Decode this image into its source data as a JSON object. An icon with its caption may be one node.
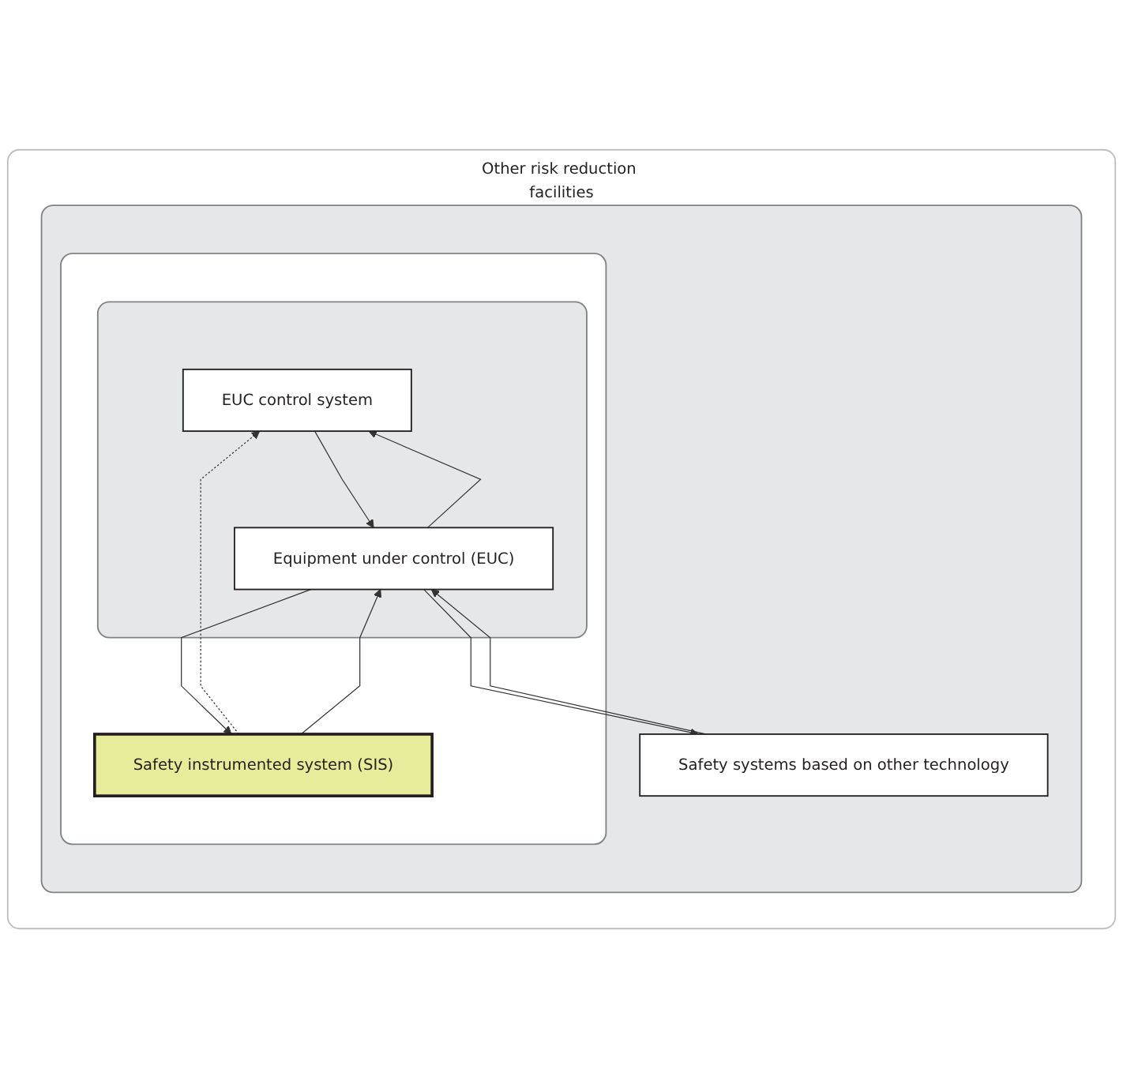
{
  "diagram": {
    "nodes": [
      {
        "text": [
          "Other risk reduction facilities"
        ]
      },
      {
        "text": [],
        "shape": "box",
        "in": 0
      },
      {
        "text": [],
        "shape": "box",
        "in": 1
      },
      {
        "text": [
          "Safety instrumented  system (SIS)"
        ],
        "in": 2
      },
      {
        "text": [],
        "shape": "box",
        "in": 2
      },
      {
        "text": [
          "EUC control system"
        ],
        "in": 4
      },
      {
        "text": [
          "Equipment under control (EUC)"
        ],
        "in": 4
      },
      {
        "text": [
          "Safety systems based on other technology"
        ],
        "in": 1
      }
    ],
    "edges": [
      {
        "from": 3,
        "to": 5,
        "arrow": "to",
        "style": "dashed"
      },
      {
        "from": 3,
        "to": 6,
        "arrow": "to"
      },
      {
        "from": 5,
        "to": 6,
        "arrow": "to"
      },
      {
        "from": 6,
        "to": 7,
        "arrow": "to"
      },
      {
        "from": 6,
        "to": 5,
        "arrow": "to"
      },
      {
        "from": 6,
        "to": 3,
        "arrow": "to"
      },
      {
        "from": 7,
        "to": 6,
        "arrow": "to"
      }
    ]
  }
}
